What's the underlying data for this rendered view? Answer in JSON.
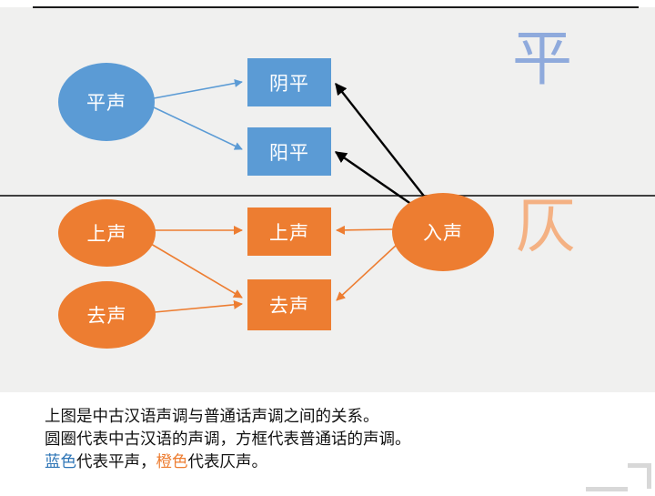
{
  "diagram": {
    "watermark_ping": "平",
    "watermark_ze": "仄",
    "middle_chinese": {
      "ping": "平声",
      "shang": "上声",
      "qu": "去声",
      "ru": "入声"
    },
    "mandarin": {
      "yinping": "阴平",
      "yangping": "阳平",
      "shang": "上声",
      "qu": "去声"
    },
    "colors": {
      "blue": "#5B9BD5",
      "orange": "#ED7D31",
      "light_blue": "#8FAADC",
      "light_orange": "#F4B183",
      "arrow_black": "#000000"
    },
    "edges": [
      {
        "from": "平声",
        "to": "阴平",
        "color": "blue"
      },
      {
        "from": "平声",
        "to": "阳平",
        "color": "blue"
      },
      {
        "from": "入声",
        "to": "阴平",
        "color": "black"
      },
      {
        "from": "入声",
        "to": "阳平",
        "color": "black"
      },
      {
        "from": "上声",
        "to": "上声",
        "color": "orange"
      },
      {
        "from": "上声",
        "to": "去声",
        "color": "orange"
      },
      {
        "from": "去声",
        "to": "去声",
        "color": "orange"
      },
      {
        "from": "入声",
        "to": "上声",
        "color": "orange"
      },
      {
        "from": "入声",
        "to": "去声",
        "color": "orange"
      }
    ]
  },
  "caption": {
    "line1": "上图是中古汉语声调与普通话声调之间的关系。",
    "line2": "圆圈代表中古汉语的声调，方框代表普通话的声调。",
    "line3": [
      {
        "text": "蓝色",
        "color": "#2E75B6"
      },
      {
        "text": "代表平声，",
        "color": "#111111"
      },
      {
        "text": "橙色",
        "color": "#ED7D31"
      },
      {
        "text": "代表仄声。",
        "color": "#111111"
      }
    ]
  }
}
